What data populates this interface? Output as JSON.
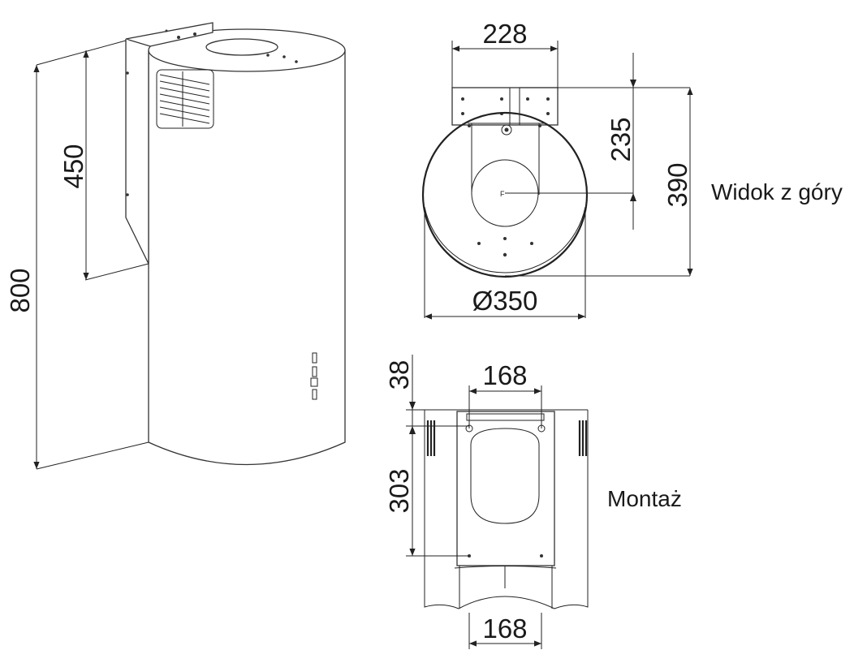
{
  "diagram": {
    "side_view": {
      "dim_total_height": "800",
      "dim_bracket_height": "450"
    },
    "top_view": {
      "label": "Widok z góry",
      "dim_bracket_width": "228",
      "dim_center_offset": "235",
      "dim_depth": "390",
      "dim_diameter": "Ø350",
      "center_mark": "F"
    },
    "mounting_view": {
      "label": "Montaż",
      "dim_top_spacing": "168",
      "dim_bottom_spacing": "168",
      "dim_top_offset": "38",
      "dim_hole_distance": "303"
    }
  }
}
